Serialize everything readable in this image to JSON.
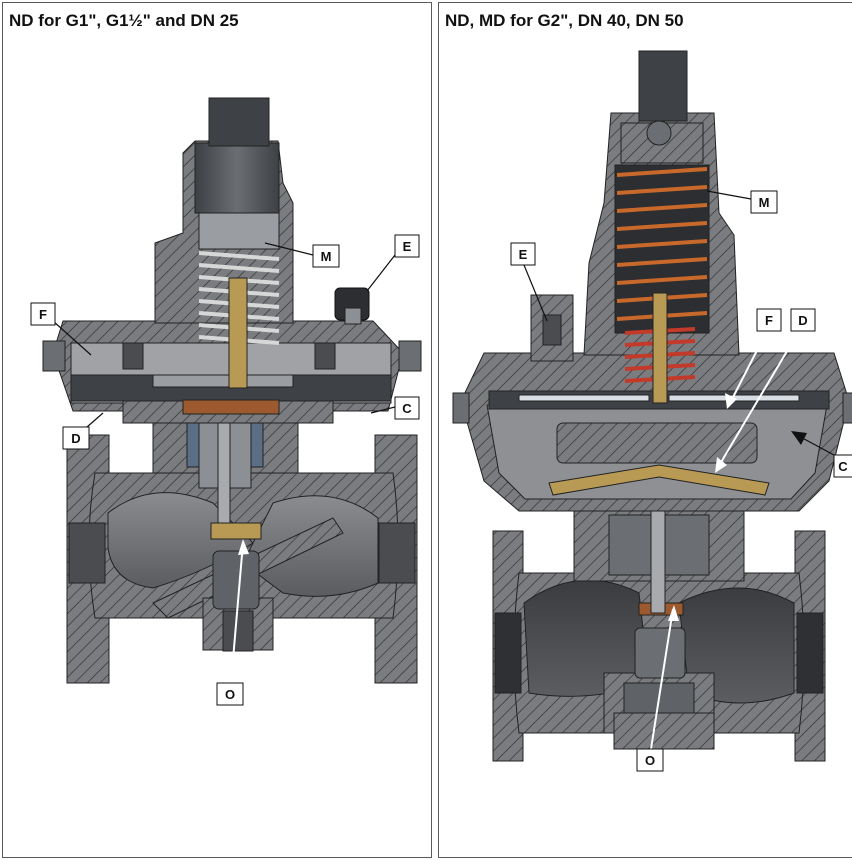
{
  "panels": [
    {
      "title": "ND for G1\", G1½\" and DN 25",
      "labels": {
        "m": "M",
        "e": "E",
        "f": "F",
        "c": "C",
        "d": "D",
        "o": "O"
      }
    },
    {
      "title": "ND, MD for G2\", DN 40, DN 50",
      "labels": {
        "e": "E",
        "m": "M",
        "f": "F",
        "d": "D",
        "c": "C",
        "o": "O"
      }
    }
  ],
  "colors": {
    "body": "#7a7c80",
    "body_dark": "#4f5256",
    "hatch": "#2e2e2e",
    "spring_left": "#c9c9c9",
    "spring_right": "#c8692b",
    "spring_red": "#c43a2a",
    "brass": "#b89a55",
    "copper": "#9c5a2e"
  },
  "icons": [
    "pressure-regulator-cutaway-small",
    "pressure-regulator-cutaway-large"
  ]
}
